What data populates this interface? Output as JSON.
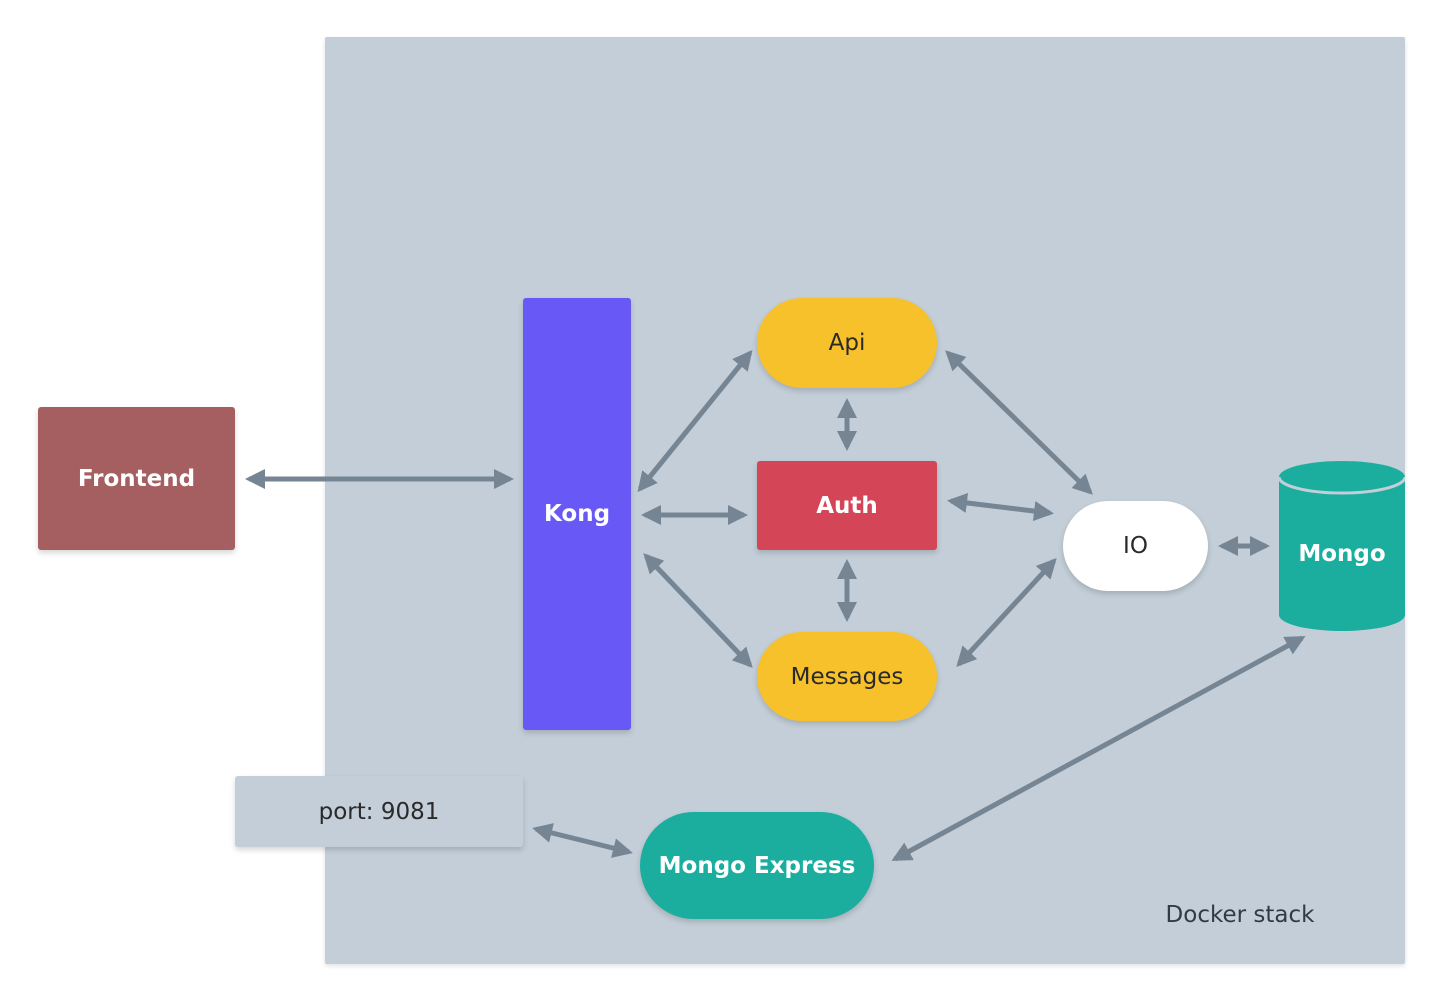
{
  "diagram": {
    "container_label": "Docker stack",
    "nodes": {
      "frontend": "Frontend",
      "kong": "Kong",
      "api": "Api",
      "auth": "Auth",
      "messages": "Messages",
      "io": "IO",
      "mongo": "Mongo",
      "mongo_express": "Mongo Express",
      "port": "port: 9081"
    },
    "edges": [
      {
        "from": "frontend",
        "to": "kong",
        "bidirectional": true
      },
      {
        "from": "kong",
        "to": "api",
        "bidirectional": true
      },
      {
        "from": "kong",
        "to": "auth",
        "bidirectional": true
      },
      {
        "from": "kong",
        "to": "messages",
        "bidirectional": true
      },
      {
        "from": "api",
        "to": "auth",
        "bidirectional": true
      },
      {
        "from": "auth",
        "to": "messages",
        "bidirectional": true
      },
      {
        "from": "api",
        "to": "io",
        "bidirectional": true
      },
      {
        "from": "auth",
        "to": "io",
        "bidirectional": true
      },
      {
        "from": "messages",
        "to": "io",
        "bidirectional": true
      },
      {
        "from": "io",
        "to": "mongo",
        "bidirectional": true
      },
      {
        "from": "mongo",
        "to": "mongo_express",
        "bidirectional": true
      },
      {
        "from": "mongo_express",
        "to": "port",
        "bidirectional": true
      }
    ],
    "colors": {
      "frontend": "#a65f61",
      "kong": "#6859f6",
      "api": "#f6c12a",
      "auth": "#d54558",
      "messages": "#f6c12a",
      "io": "#ffffff",
      "mongo": "#1bae9f",
      "mongo_express": "#1bae9f",
      "stack_background": "#c3ced8",
      "arrow": "#768593"
    },
    "shapes": {
      "mongo": "database-cylinder"
    }
  }
}
